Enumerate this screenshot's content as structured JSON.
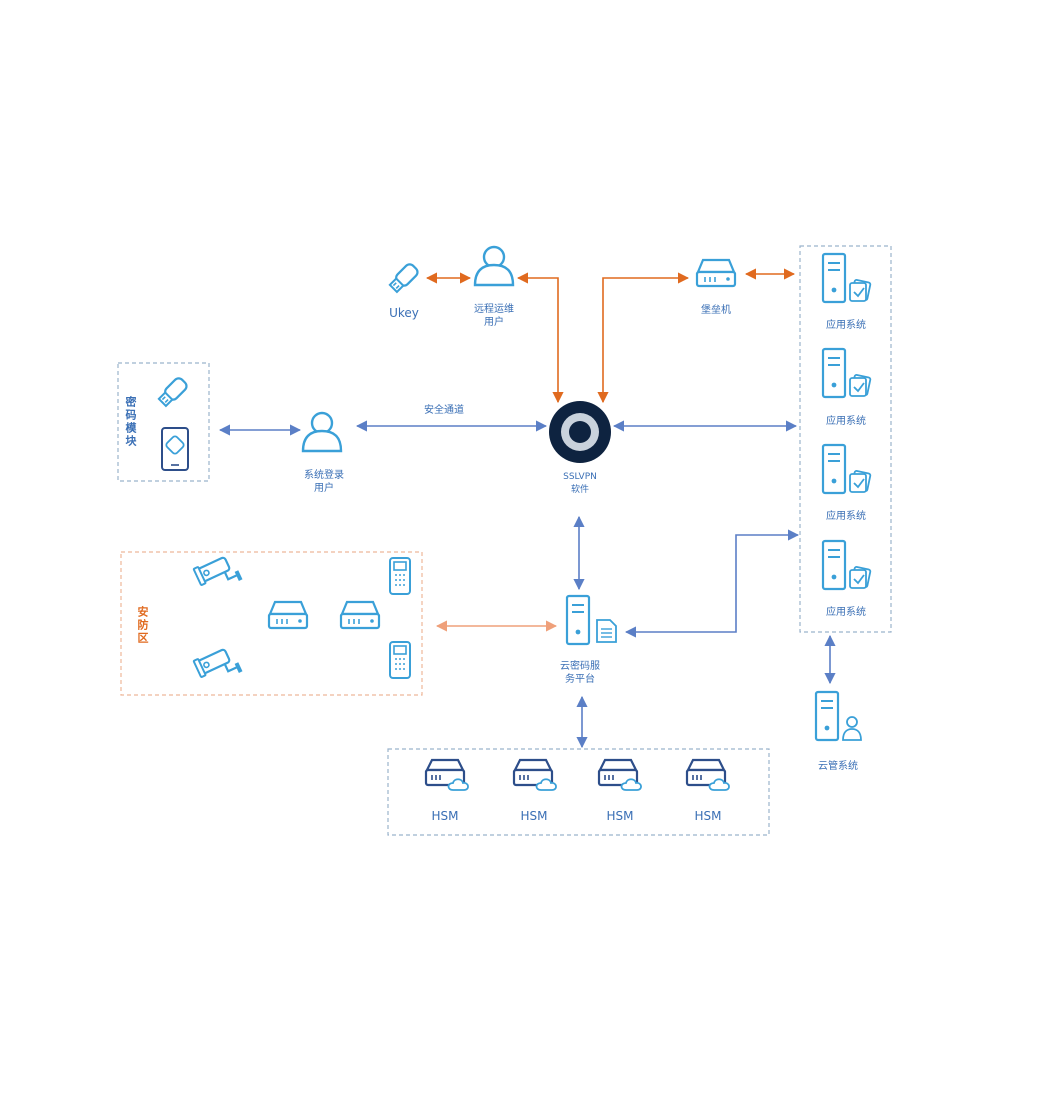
{
  "colors": {
    "blue_line": "#5b7fc6",
    "orange_line": "#e06a1f",
    "light_orange_line": "#efa07a",
    "icon_stroke": "#3aa0d8",
    "dashed_blue": "#9bb3cc",
    "dashed_orange": "#eeb89a",
    "hub_fill": "#0e2340"
  },
  "labels": {
    "ukey": "Ukey",
    "remote_user": "远程运维\n用户",
    "bastion": "堡垒机",
    "app_system": "应用系统",
    "crypto_module": "密码模块",
    "login_user": "系统登录\n用户",
    "secure_channel": "安全通道",
    "sslvpn": "SSLVPN\n软件",
    "security_zone": "安防区",
    "cloud_crypto": "云密码服\n务平台",
    "cloud_mgmt": "云管系统",
    "hsm": "HSM"
  }
}
